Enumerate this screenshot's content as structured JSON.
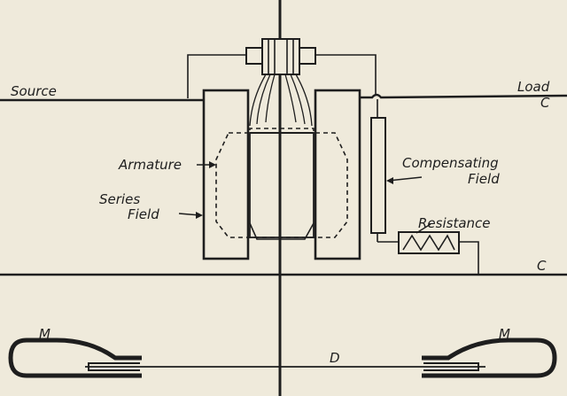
{
  "labels": {
    "source": "Source",
    "load": "Load",
    "load_c_upper": "C",
    "c_lower": "C",
    "armature": "Armature",
    "series_1": "Series",
    "series_2": "Field",
    "compensating_1": "Compensating",
    "compensating_2": "Field",
    "resistance": "Resistance",
    "m_left": "M",
    "m_right": "M",
    "d": "D"
  },
  "colors": {
    "background": "#efeadb",
    "ink": "#1e1e1e"
  }
}
